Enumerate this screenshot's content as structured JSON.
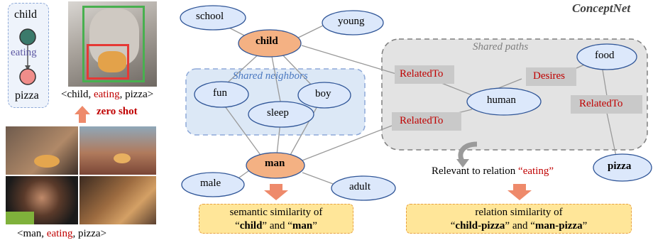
{
  "left_panel": {
    "triplet_box": {
      "subject": "child",
      "predicate": "eating",
      "object": "pizza"
    },
    "top_caption": {
      "open": "<child, ",
      "predicate": "eating",
      "close": ", pizza>"
    },
    "zero_shot_label": "zero shot",
    "bottom_caption": {
      "open": "<man, ",
      "predicate": "eating",
      "close": ", pizza>"
    }
  },
  "graph": {
    "title": "ConceptNet",
    "regions": {
      "shared_neighbors": "Shared neighbors",
      "shared_paths": "Shared paths"
    },
    "nodes": {
      "school": "school",
      "young": "young",
      "child": "child",
      "fun": "fun",
      "boy": "boy",
      "sleep": "sleep",
      "man": "man",
      "male": "male",
      "adult": "adult",
      "human": "human",
      "food": "food",
      "pizza": "pizza"
    },
    "relations": {
      "related_to_upper": "RelatedTo",
      "related_to_lower": "RelatedTo",
      "desires": "Desires",
      "related_to_right": "RelatedTo"
    },
    "relevant_caption": {
      "prefix": "Relevant to relation ",
      "quoted": "“eating”"
    }
  },
  "bottom_boxes": {
    "semantic": {
      "line1": "semantic similarity of",
      "q1": "“",
      "term1": "child",
      "q2": "” and “",
      "term2": "man",
      "q3": "”"
    },
    "relation": {
      "line1": "relation similarity of",
      "q1": "“",
      "term1": "child-pizza",
      "q2": "” and “",
      "term2": "man-pizza",
      "q3": "”"
    }
  },
  "colors": {
    "node_fill": "#dce8fb",
    "node_stroke": "#2f5597",
    "focus_fill": "#f4b183",
    "relation_red": "#c00000",
    "arrow": "#ee8a6b",
    "highlight_box": "#ffe699"
  }
}
